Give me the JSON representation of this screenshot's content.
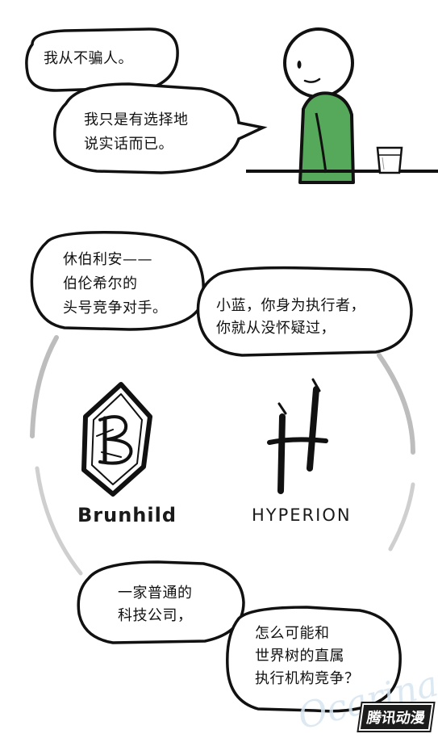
{
  "panel1": {
    "bubble_a_line1": "我从不骗人。",
    "bubble_b_line1": "我只是有选择地",
    "bubble_b_line2": "说实话而已。"
  },
  "panel2": {
    "bubble_left_line1": "休伯利安——",
    "bubble_left_line2": "伯伦希尔的",
    "bubble_left_line3": "头号竞争对手。",
    "bubble_right_line1": "小蓝，你身为执行者，",
    "bubble_right_line2": "你就从没怀疑过，",
    "logo_left_word": "Brunhild",
    "logo_right_word": "HYPERION",
    "bubble_bottom_left_line1": "一家普通的",
    "bubble_bottom_left_line2": "科技公司，",
    "bubble_bottom_right_line1": "怎么可能和",
    "bubble_bottom_right_line2": "世界树的直属",
    "bubble_bottom_right_line3": "执行机构竞争？"
  },
  "watermark_text": "Ocarina",
  "brand_text": "腾讯动漫",
  "colors": {
    "character_shirt": "#56a85a",
    "ink": "#111111",
    "circle_gray": "#c9c9c9",
    "watermark": "#d7e6f2"
  }
}
